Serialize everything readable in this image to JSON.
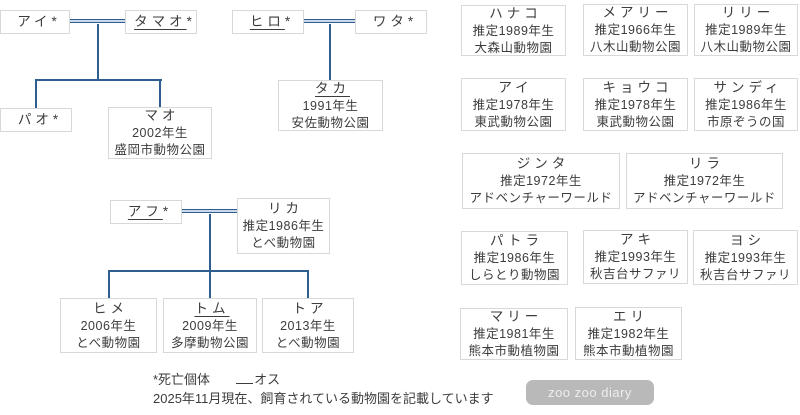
{
  "palette": {
    "line_blue": "#2e5e8f",
    "line_fill": "#c9d9ea",
    "box_border": "#d8d8d8",
    "text": "#3c3c3c",
    "watermark_bg": "#b9b9b9"
  },
  "trees": [
    {
      "parents": [
        {
          "name": "アイ",
          "mark": "*",
          "male": false
        },
        {
          "name": "タマオ",
          "mark": "*",
          "male": true
        }
      ],
      "children": [
        {
          "name": "パオ",
          "mark": "*",
          "male": false
        },
        {
          "name": "マオ",
          "mark": "",
          "male": false,
          "birth": "2002年生",
          "zoo": "盛岡市動物公園"
        }
      ]
    },
    {
      "parents": [
        {
          "name": "ヒロ",
          "mark": "*",
          "male": true
        },
        {
          "name": "ワタ",
          "mark": "*",
          "male": false
        }
      ],
      "children": [
        {
          "name": "タカ",
          "mark": "",
          "male": true,
          "birth": "1991年生",
          "zoo": "安佐動物公園"
        }
      ]
    },
    {
      "parents": [
        {
          "name": "アフ",
          "mark": "*",
          "male": true
        },
        {
          "name": "リカ",
          "mark": "",
          "male": false,
          "birth": "推定1986年生",
          "zoo": "とべ動物園"
        }
      ],
      "children": [
        {
          "name": "ヒメ",
          "mark": "",
          "male": false,
          "birth": "2006年生",
          "zoo": "とべ動物園"
        },
        {
          "name": "トム",
          "mark": "",
          "male": true,
          "birth": "2009年生",
          "zoo": "多摩動物公園"
        },
        {
          "name": "トア",
          "mark": "",
          "male": false,
          "birth": "2013年生",
          "zoo": "とべ動物園"
        }
      ]
    }
  ],
  "singles": [
    {
      "name": "ハナコ",
      "birth": "推定1989年生",
      "zoo": "大森山動物園"
    },
    {
      "name": "メアリー",
      "birth": "推定1966年生",
      "zoo": "八木山動物公園"
    },
    {
      "name": "リリー",
      "birth": "推定1989年生",
      "zoo": "八木山動物公園"
    },
    {
      "name": "アイ",
      "birth": "推定1978年生",
      "zoo": "東武動物公園"
    },
    {
      "name": "キョウコ",
      "birth": "推定1978年生",
      "zoo": "東武動物公園"
    },
    {
      "name": "サンディ",
      "birth": "推定1986年生",
      "zoo": "市原ぞうの国"
    },
    {
      "name": "ジンタ",
      "birth": "推定1972年生",
      "zoo": "アドベンチャーワールド"
    },
    {
      "name": "リラ",
      "birth": "推定1972年生",
      "zoo": "アドベンチャーワールド"
    },
    {
      "name": "パトラ",
      "birth": "推定1986年生",
      "zoo": "しらとり動物園"
    },
    {
      "name": "アキ",
      "birth": "推定1993年生",
      "zoo": "秋吉台サファリ"
    },
    {
      "name": "ヨシ",
      "birth": "推定1993年生",
      "zoo": "秋吉台サファリ"
    },
    {
      "name": "マリー",
      "birth": "推定1981年生",
      "zoo": "熊本市動植物園"
    },
    {
      "name": "エリ",
      "birth": "推定1982年生",
      "zoo": "熊本市動植物園"
    }
  ],
  "footnote": {
    "deceased_legend": "*死亡個体",
    "male_label": "オス",
    "line2": "2025年11月現在、飼育されている動物園を記載しています"
  },
  "watermark": {
    "label": "zoo zoo diary"
  }
}
